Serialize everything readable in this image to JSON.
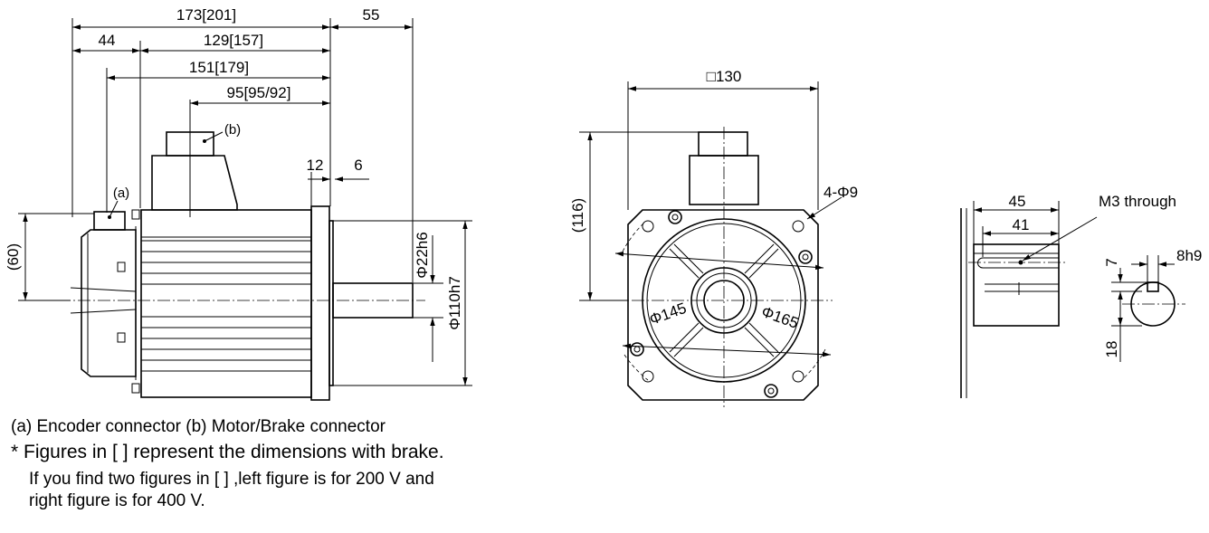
{
  "side_view": {
    "dim_overall": "173[201]",
    "dim_shaft_length": "55",
    "dim_rear_length": "44",
    "dim_body_length": "129[157]",
    "dim_encoder_to_flange": "151[179]",
    "dim_motor_conn_to_flange": "95[95/92]",
    "dim_flange_thickness": "12",
    "dim_shaft_offset": "6",
    "dim_encoder_height": "(60)",
    "dim_shaft_dia": "Φ22h6",
    "dim_pilot_dia": "Φ110h7",
    "label_encoder": "(a)",
    "label_motor": "(b)"
  },
  "front_view": {
    "dim_square": "□130",
    "dim_height": "(116)",
    "dim_holes": "4-Φ9",
    "dim_pcd_inner": "Φ145",
    "dim_pcd_outer": "Φ165"
  },
  "shaft_view": {
    "dim_45": "45",
    "dim_41": "41",
    "label_tap": "M3 through",
    "dim_key_width": "8h9",
    "dim_key_depth": "7",
    "dim_key_height": "18"
  },
  "notes": {
    "line1": "(a) Encoder connector  (b) Motor/Brake connector",
    "line2": "* Figures in [  ] represent the dimensions with brake.",
    "line3": "If you find two figures in [  ] ,left figure is for 200 V and",
    "line4": "right figure is for 400 V."
  }
}
